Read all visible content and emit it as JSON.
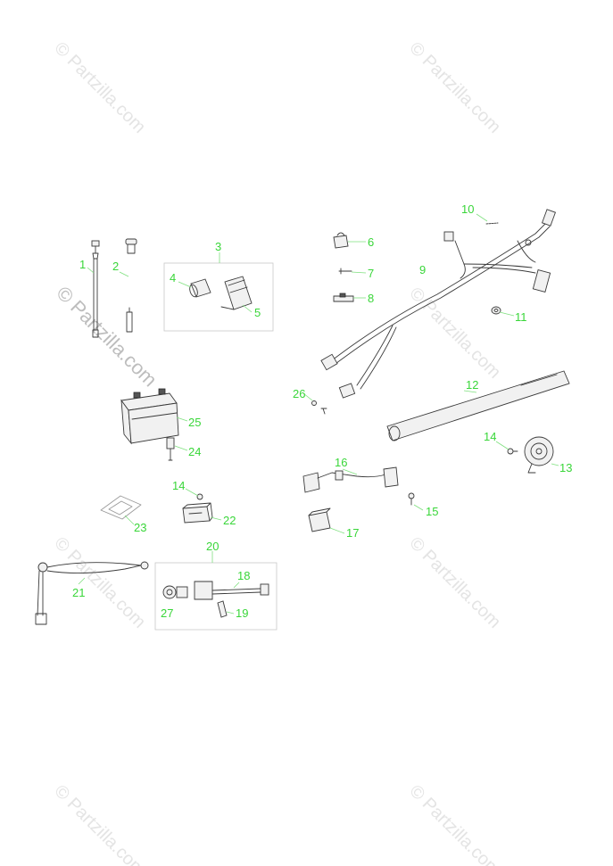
{
  "watermark": {
    "text": "© Partzilla.com"
  },
  "callouts": {
    "c1": "1",
    "c2": "2",
    "c3": "3",
    "c4": "4",
    "c5": "5",
    "c6": "6",
    "c7": "7",
    "c8": "8",
    "c9": "9",
    "c10": "10",
    "c11": "11",
    "c12": "12",
    "c13": "13",
    "c14a": "14",
    "c14b": "14",
    "c15": "15",
    "c16": "16",
    "c17": "17",
    "c18": "18",
    "c19": "19",
    "c20": "20",
    "c21": "21",
    "c22": "22",
    "c23": "23",
    "c24": "24",
    "c25": "25",
    "c26": "26",
    "c27": "27"
  },
  "colors": {
    "callout": "#39d639",
    "line": "#3a3a3a",
    "watermark": "#e4e4e4"
  }
}
